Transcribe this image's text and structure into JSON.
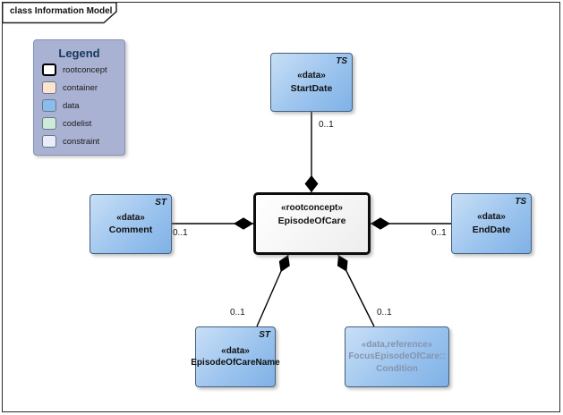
{
  "frame": {
    "title": "class Information Model"
  },
  "legend": {
    "title": "Legend",
    "items": [
      {
        "label": "rootconcept",
        "fill": "#ffffff",
        "border": "#000000"
      },
      {
        "label": "container",
        "fill": "#fbe5d0",
        "border": "#6f7684"
      },
      {
        "label": "data",
        "fill": "#8abded",
        "border": "#6f7684"
      },
      {
        "label": "codelist",
        "fill": "#cdebd9",
        "border": "#6f7684"
      },
      {
        "label": "constraint",
        "fill": "#e9edfb",
        "border": "#6f7684"
      }
    ]
  },
  "classes": {
    "episode_of_care": {
      "stereotype": "«rootconcept»",
      "name": "EpisodeOfCare"
    },
    "start_date": {
      "type_label": "TS",
      "stereotype": "«data»",
      "name": "StartDate"
    },
    "comment": {
      "type_label": "ST",
      "stereotype": "«data»",
      "name": "Comment"
    },
    "end_date": {
      "type_label": "TS",
      "stereotype": "«data»",
      "name": "EndDate"
    },
    "episode_of_care_name": {
      "type_label": "ST",
      "stereotype": "«data»",
      "name": "EpisodeOfCareName"
    },
    "condition": {
      "stereotype": "«data,reference»",
      "name_line1": "FocusEpisodeOfCare::",
      "name_line2": "Condition"
    }
  },
  "relations": {
    "start_date": {
      "multiplicity": "0..1"
    },
    "comment": {
      "multiplicity": "0..1"
    },
    "end_date": {
      "multiplicity": "0..1"
    },
    "episode_of_care_name": {
      "multiplicity": "0..1"
    },
    "condition": {
      "multiplicity": "0..1"
    }
  },
  "colors": {
    "data_fill_light": "#c8dff6",
    "data_fill_dark": "#7fb1e6",
    "data_border": "#44607e",
    "legend_bg": "#a9b2d2",
    "legend_title": "#17375e",
    "root_border": "#0d0d0d",
    "muted_text": "#8494ad",
    "connector": "#000000"
  }
}
